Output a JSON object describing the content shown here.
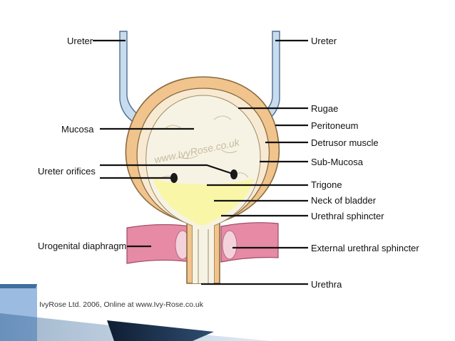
{
  "labels": {
    "ureter_left": "Ureter",
    "ureter_right": "Ureter",
    "mucosa": "Mucosa",
    "ureter_orifices": "Ureter orifices",
    "urogenital_diaphragm": "Urogenital diaphragm",
    "rugae": "Rugae",
    "peritoneum": "Peritoneum",
    "detrusor_muscle": "Detrusor muscle",
    "sub_mucosa": "Sub-Mucosa",
    "trigone": "Trigone",
    "neck_of_bladder": "Neck of bladder",
    "urethral_sphincter": "Urethral sphincter",
    "external_urethral_sphincter": "External urethral sphincter",
    "urethra": "Urethra"
  },
  "watermark": "www.IvyRose.co.uk",
  "credit": "IvyRose Ltd. 2006, Online at www.Ivy-Rose.co.uk",
  "colors": {
    "peritoneum": "#f0c48c",
    "bladder_outline": "#8a6a40",
    "mucosa": "#f6f3e4",
    "trigone": "#faf6a0",
    "ureter": "#b8d0e8",
    "diaphragm": "#e78fa8",
    "accent_dark": "#12263e",
    "accent_blue": "#3f6fa0"
  }
}
